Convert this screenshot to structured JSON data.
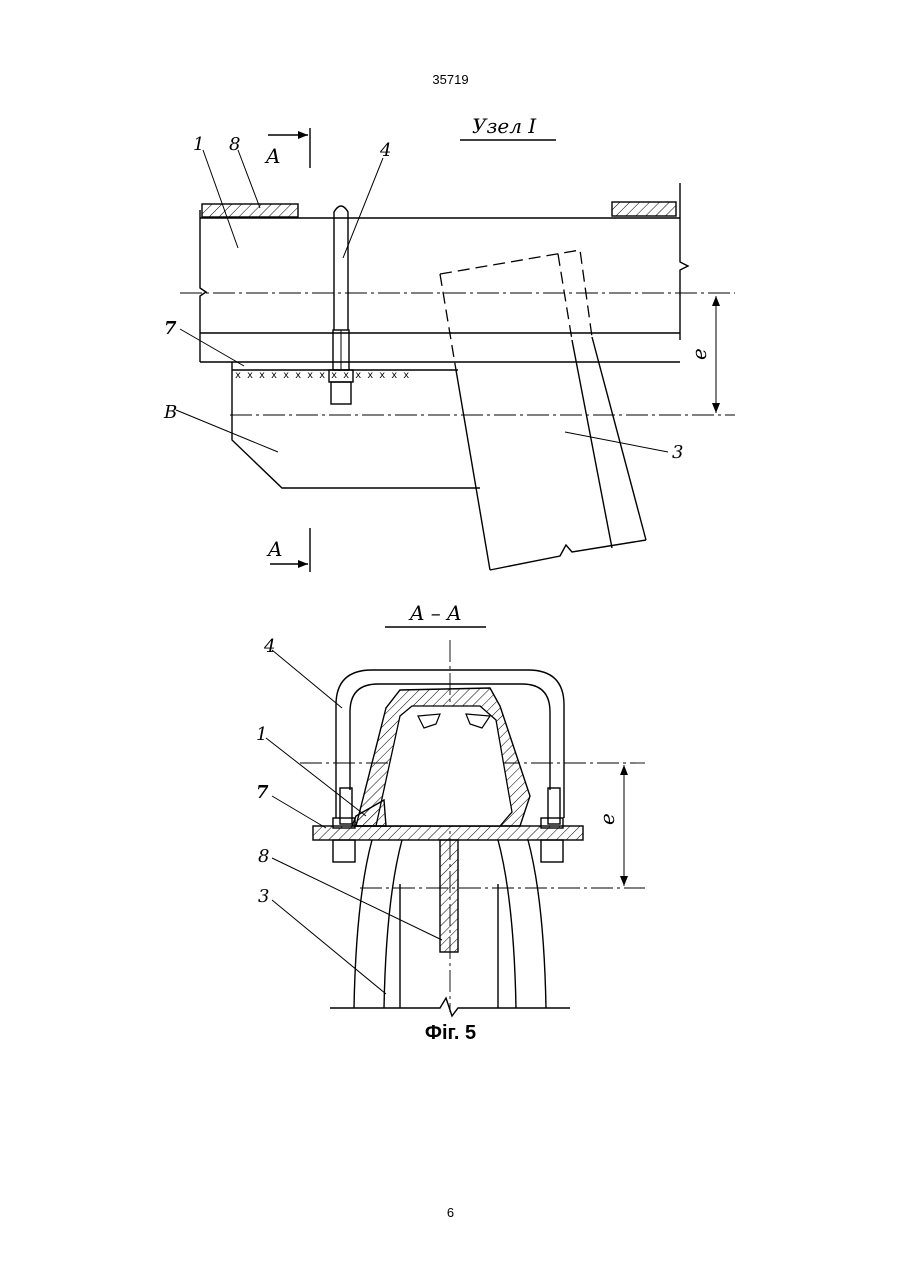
{
  "page": {
    "number_top": "35719",
    "number_bottom": "6"
  },
  "figure": {
    "caption": "Фіг. 5",
    "detail": {
      "title": "Узел I",
      "section_mark": "A",
      "labels": {
        "l1": "1",
        "l8": "8",
        "l4": "4",
        "l7": "7",
        "lB": "B",
        "l3": "3",
        "dim": "e"
      }
    },
    "section": {
      "title": "A – A",
      "labels": {
        "l4": "4",
        "l1": "1",
        "l7": "7",
        "l8": "8",
        "l3": "3",
        "dim": "e"
      }
    }
  }
}
